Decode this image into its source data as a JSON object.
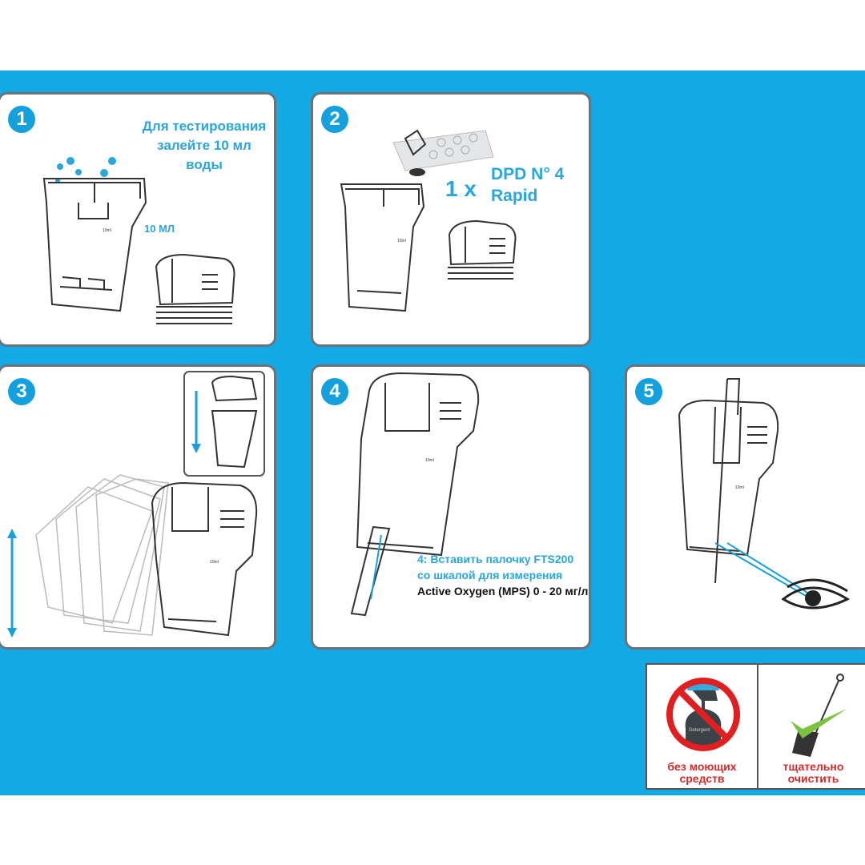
{
  "steps": [
    {
      "number": "1",
      "text": "Для тестирования залейте 10 мл воды",
      "label": "10 МЛ",
      "mark": "10ml"
    },
    {
      "number": "2",
      "count": "1 x",
      "reagent": "DPD N° 4 Rapid",
      "mark": "10ml"
    },
    {
      "number": "3",
      "mark": "10ml"
    },
    {
      "number": "4",
      "text_blue": "4: Вставить палочку FTS200 со шкалой для измерения",
      "text_black": "Active Oxygen (MPS) 0 - 20 мг/л",
      "mark": "10ml"
    },
    {
      "number": "5",
      "mark": "10ml"
    }
  ],
  "warnings": [
    {
      "label": "без моющих средств",
      "bottle_label": "Detergent"
    },
    {
      "label": "тщательно очистить"
    }
  ],
  "colors": {
    "background": "#13a9e5",
    "accent": "#29a6dc",
    "warning": "#d32a2a",
    "check": "#7cc242"
  }
}
